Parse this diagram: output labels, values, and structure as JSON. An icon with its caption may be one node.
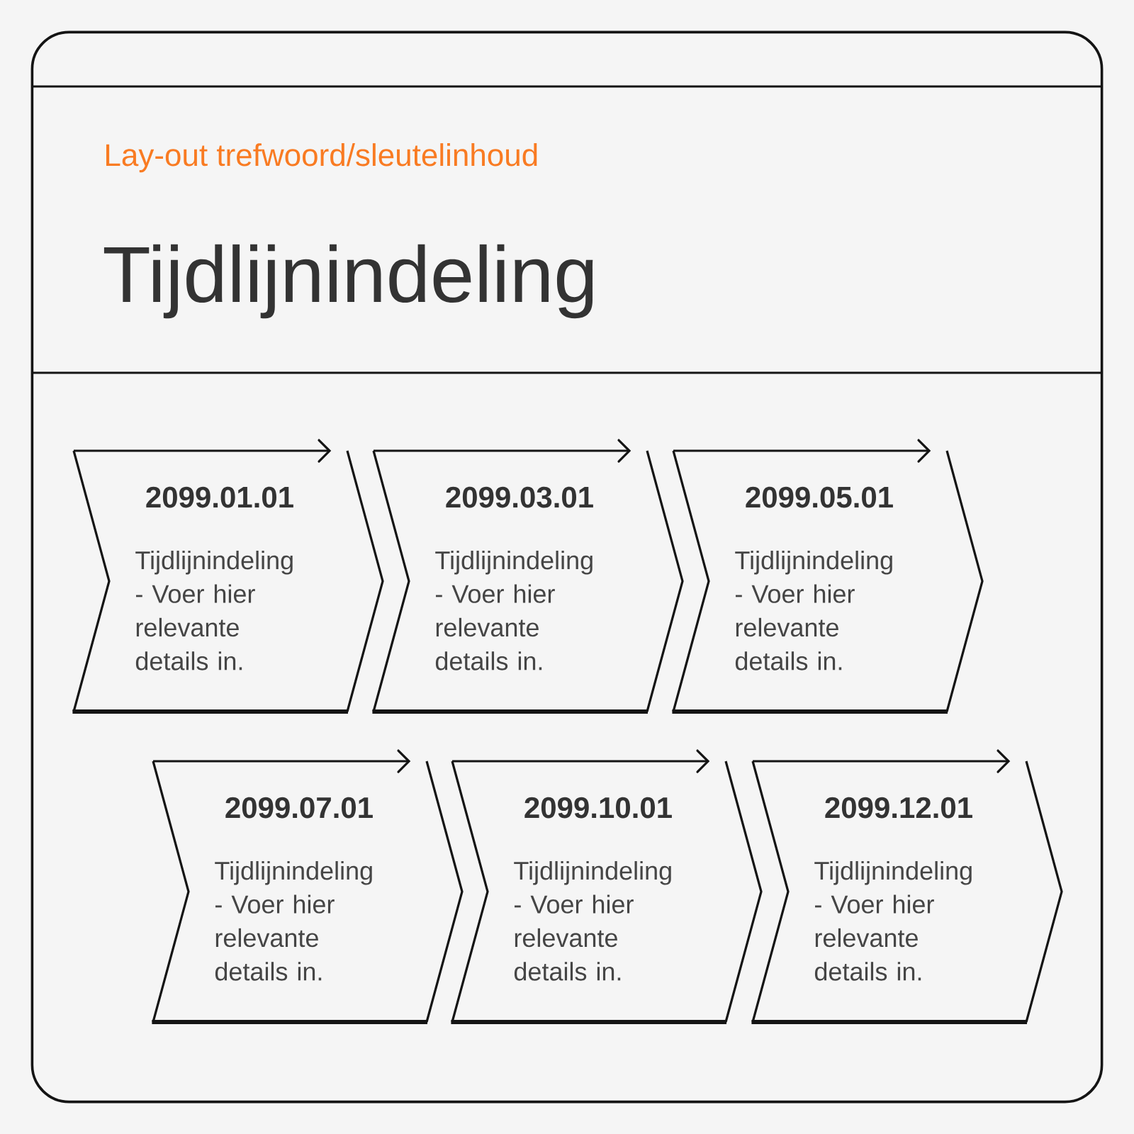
{
  "diagram": {
    "title": "Tijdlijnindeling",
    "nodes": [
      {
        "text": [
          "2099.01.01",
          "Tijdlijnindeling - Voer hier relevante details in."
        ]
      },
      {
        "text": [
          "2099.03.01",
          "Tijdlijnindeling - Voer hier relevante details in."
        ]
      },
      {
        "text": [
          "2099.05.01",
          "Tijdlijnindeling - Voer hier relevante details in."
        ]
      },
      {
        "text": [
          "2099.07.01",
          "Tijdlijnindeling - Voer hier relevante details in."
        ]
      },
      {
        "text": [
          "2099.10.01",
          "Tijdlijnindeling - Voer hier relevante details in."
        ]
      },
      {
        "text": [
          "2099.12.01",
          "Tijdlijnindeling - Voer hier relevante details in."
        ]
      }
    ],
    "labels": [
      "Lay-out trefwoord/sleutelinhoud"
    ]
  }
}
